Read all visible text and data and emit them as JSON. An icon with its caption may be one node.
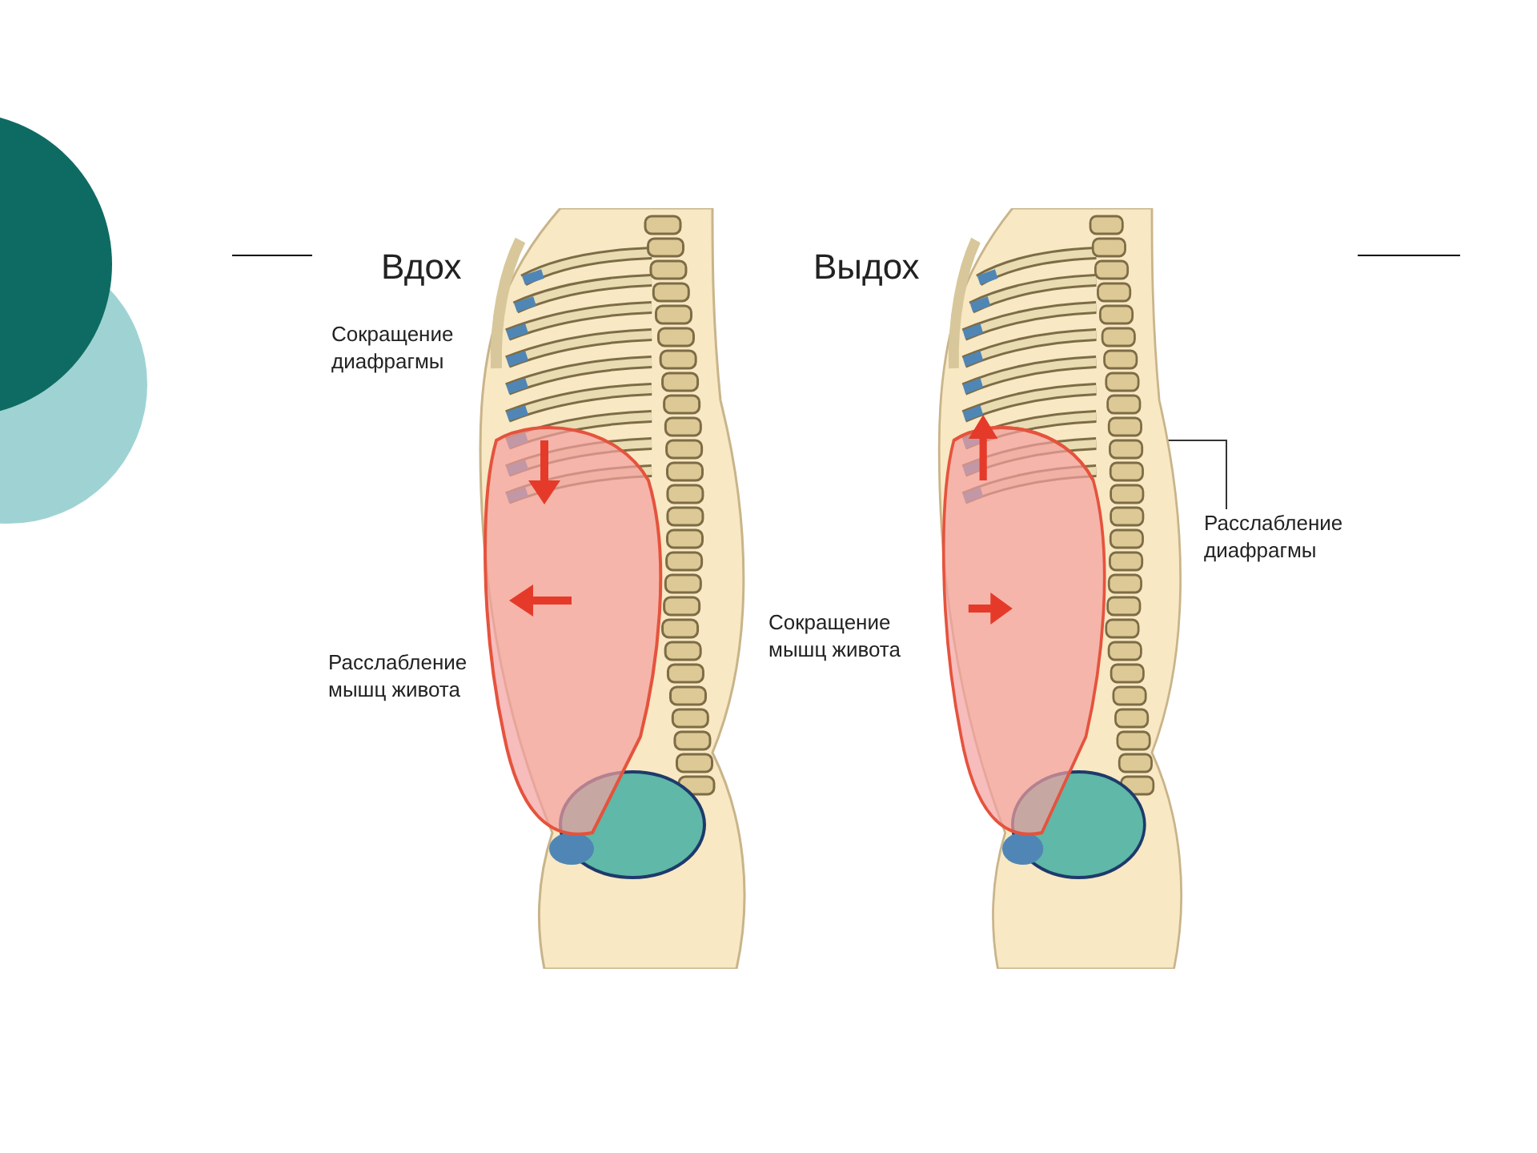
{
  "diagram": {
    "nodes": [
      {
        "text": [],
        "shape": "picture"
      },
      {
        "text": [],
        "shape": "picture"
      },
      {
        "text": [
          "Расслабление диафрагмы"
        ]
      },
      {
        "text": [],
        "shape": "picture",
        "in": 1
      }
    ],
    "edges": [
      {
        "from": 2,
        "to": 3,
        "arrow": "none"
      }
    ],
    "labels": [
      "Вдох",
      "Сокращение диафрагмы",
      "Расслабление мышц живота",
      "Выдох",
      "Сокращение мышц живота"
    ]
  }
}
